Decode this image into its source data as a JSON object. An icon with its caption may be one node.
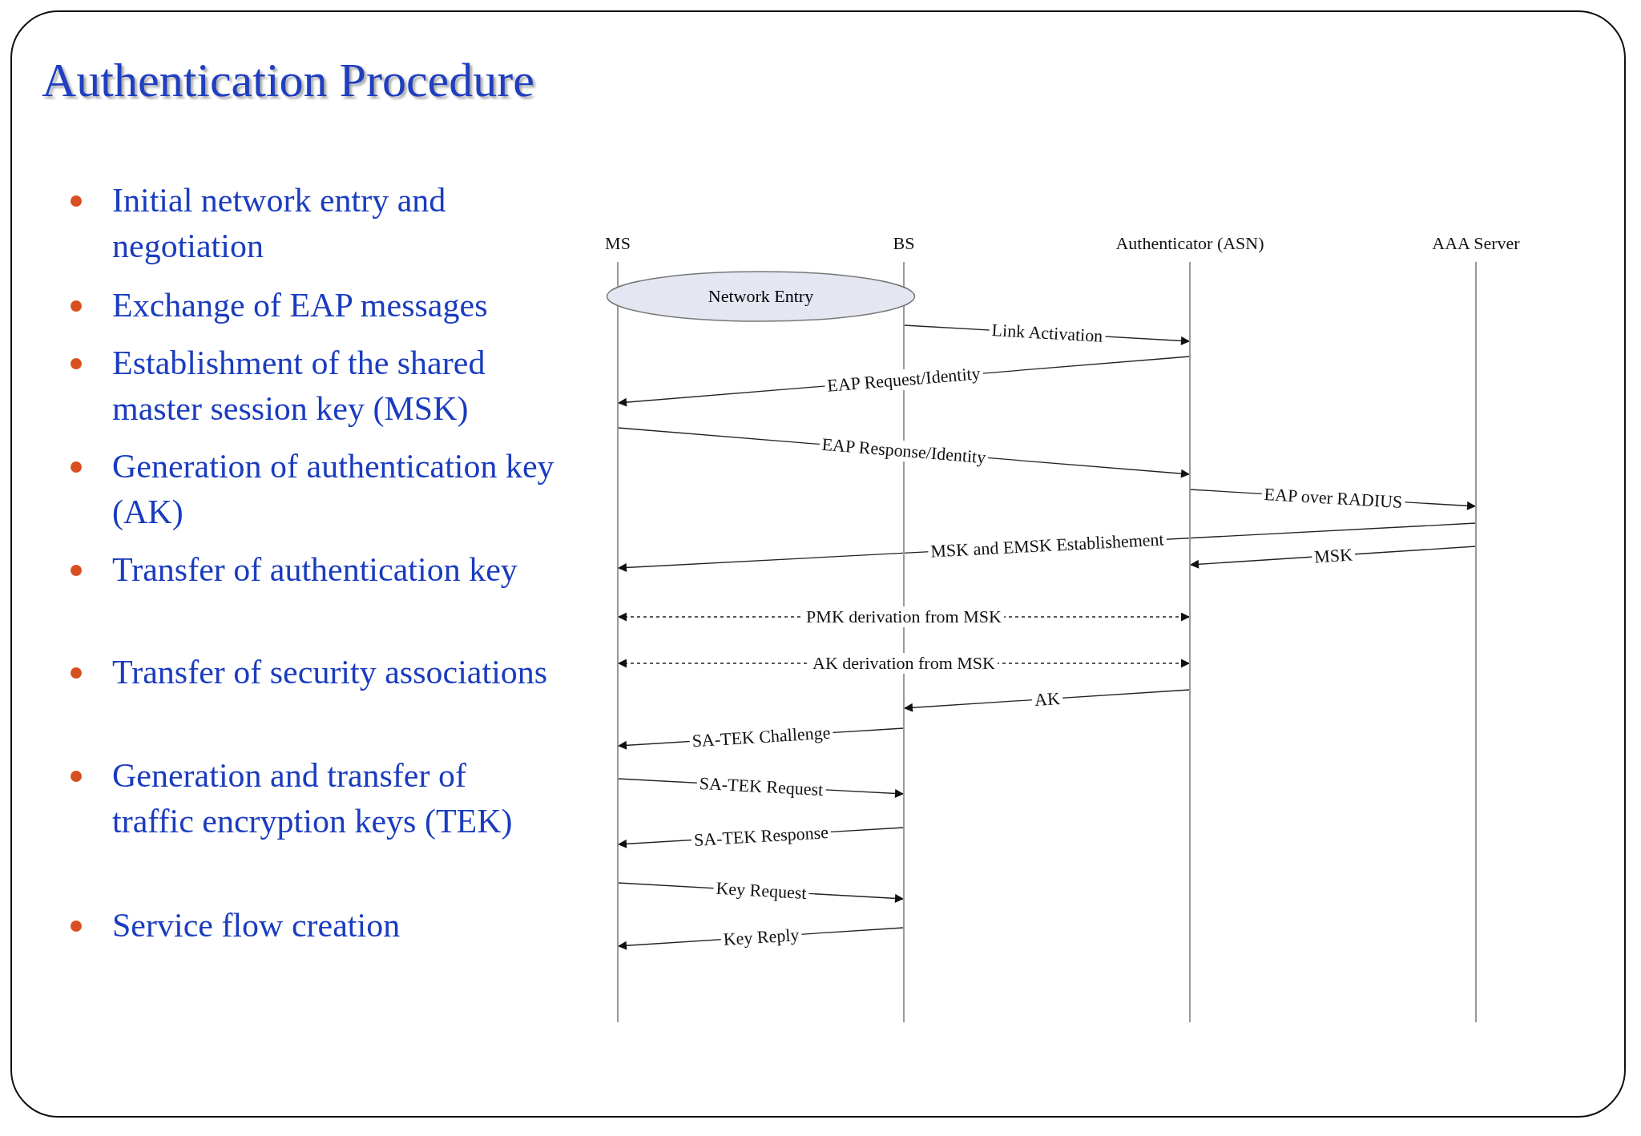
{
  "diagram": {
    "title": "Authentication Procedure",
    "nodes": [
      {
        "text": [
          "MS"
        ]
      },
      {
        "text": [
          "BS"
        ]
      },
      {
        "text": [
          "Authenticator (ASN)"
        ]
      },
      {
        "text": [
          "AAA Server"
        ]
      },
      {
        "text": [
          "Network Entry"
        ]
      }
    ],
    "edges": [
      {
        "from": 1,
        "to": 2,
        "arrow": "to",
        "label": "Link Activation"
      },
      {
        "from": 2,
        "to": 0,
        "arrow": "to",
        "label": "EAP Request/Identity"
      },
      {
        "from": 0,
        "to": 2,
        "arrow": "to",
        "label": "EAP Response/Identity"
      },
      {
        "from": 2,
        "to": 3,
        "arrow": "to",
        "label": "EAP over RADIUS"
      },
      {
        "from": 3,
        "to": 0,
        "arrow": "to",
        "label": "MSK and EMSK Establishement"
      },
      {
        "from": 3,
        "to": 2,
        "arrow": "to",
        "label": "MSK"
      },
      {
        "from": 0,
        "to": 2,
        "arrow": "both",
        "label": "PMK derivation from MSK",
        "style": "dashed"
      },
      {
        "from": 0,
        "to": 2,
        "arrow": "both",
        "label": "AK derivation from MSK",
        "style": "dashed"
      },
      {
        "from": 2,
        "to": 1,
        "arrow": "to",
        "label": "AK"
      },
      {
        "from": 1,
        "to": 0,
        "arrow": "to",
        "label": "SA-TEK Challenge"
      },
      {
        "from": 0,
        "to": 1,
        "arrow": "to",
        "label": "SA-TEK Request"
      },
      {
        "from": 1,
        "to": 0,
        "arrow": "to",
        "label": "SA-TEK Response"
      },
      {
        "from": 0,
        "to": 1,
        "arrow": "to",
        "label": "Key Request"
      },
      {
        "from": 1,
        "to": 0,
        "arrow": "to",
        "label": "Key Reply"
      }
    ],
    "labels": [
      "Initial network entry and negotiation",
      "Exchange of EAP messages",
      "Establishment of the shared master session key (MSK)",
      "Generation of authentication key (AK)",
      "Transfer of authentication key",
      "Transfer of security associations",
      "Generation and transfer of traffic encryption keys (TEK)",
      "Service flow creation"
    ]
  }
}
